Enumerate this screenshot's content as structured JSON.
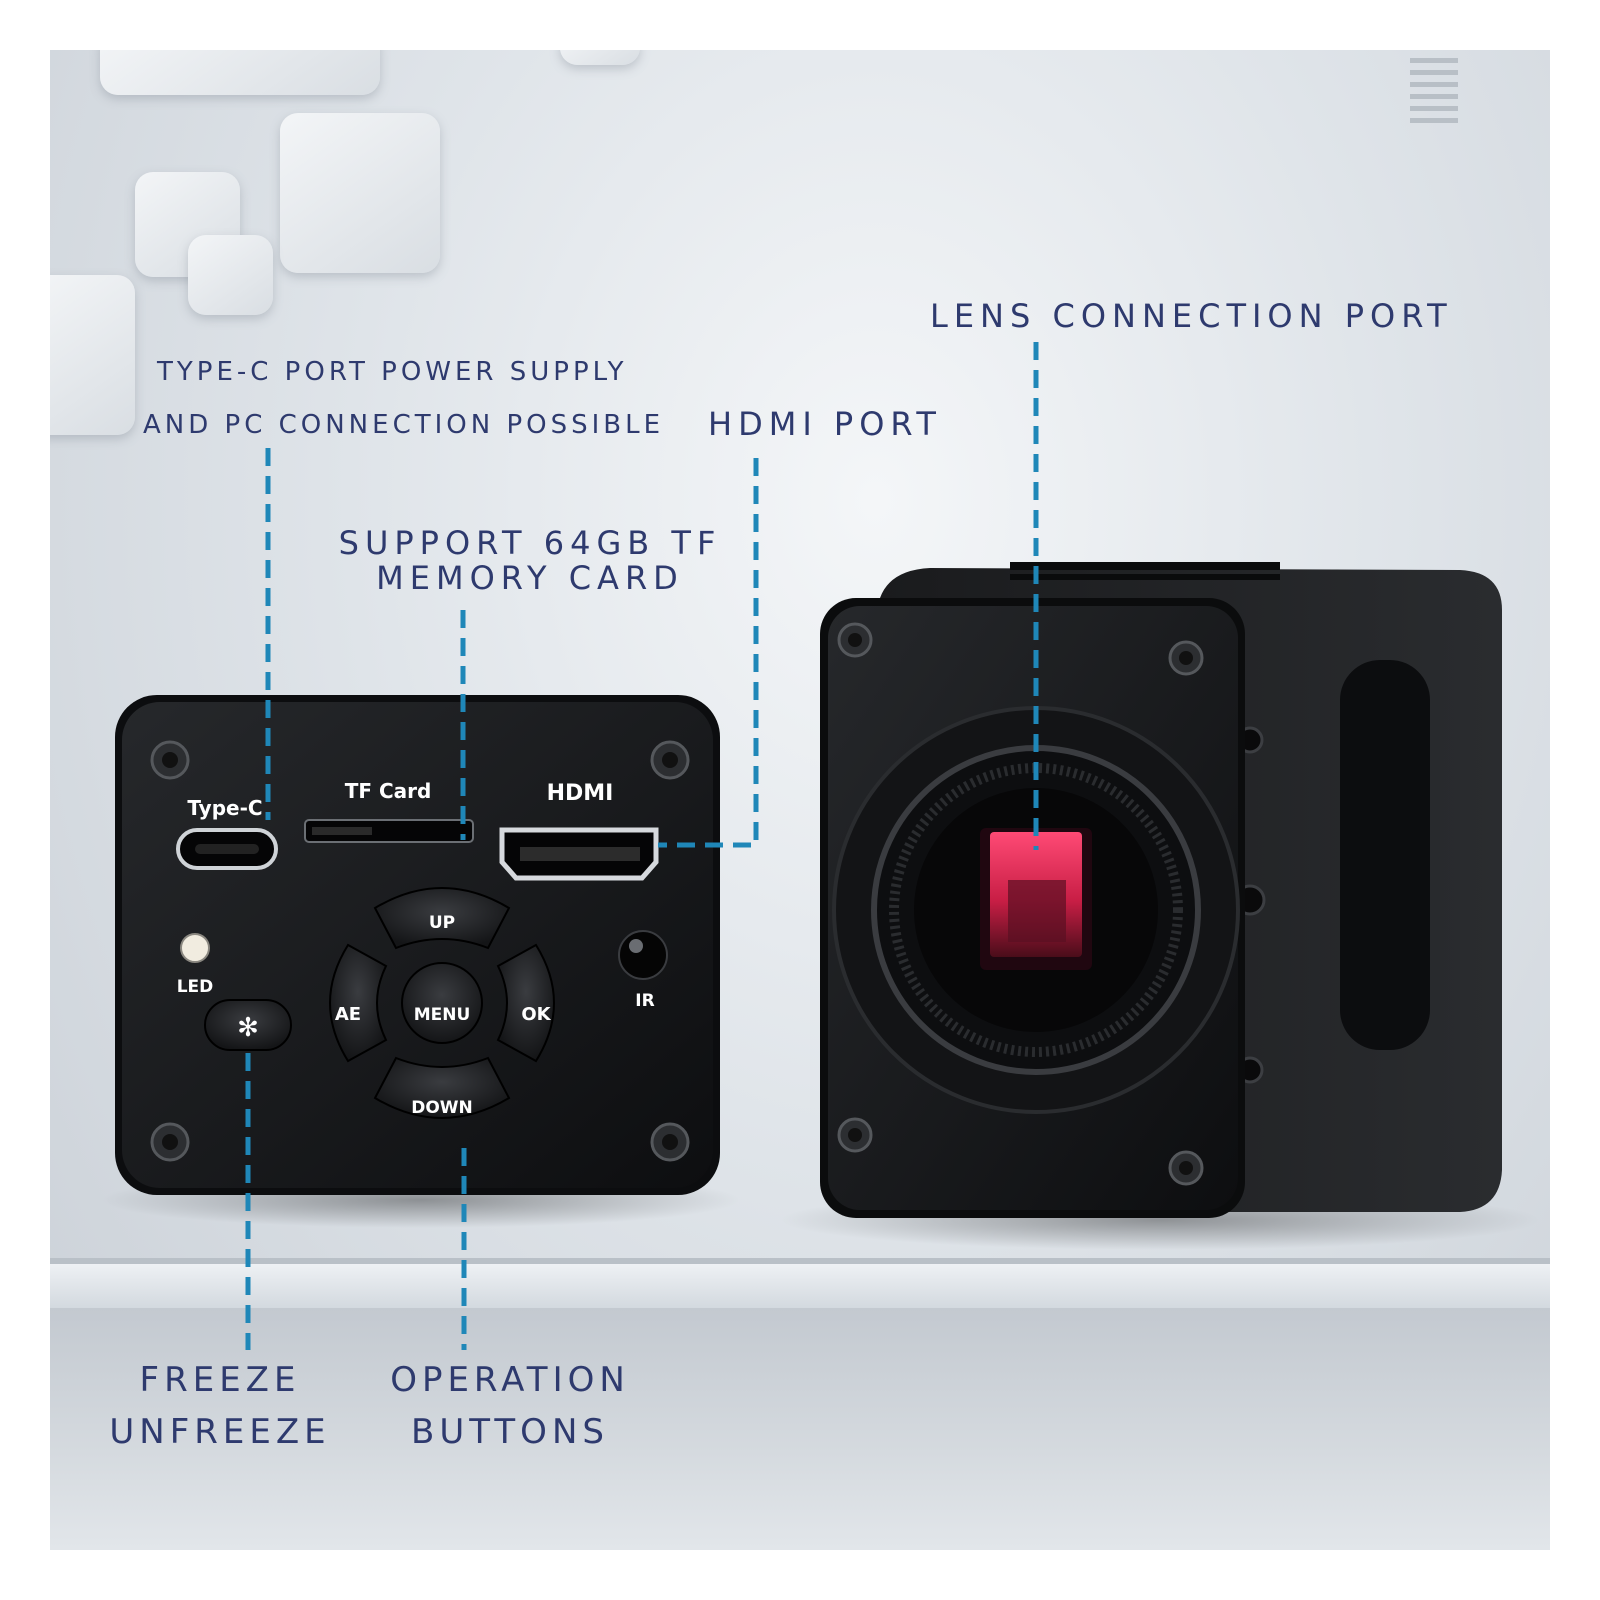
{
  "labels": {
    "typec_line1": "TYPE-C PORT POWER SUPPLY",
    "typec_line2": "AND PC CONNECTION POSSIBLE",
    "hdmi_port": "HDMI PORT",
    "lens_port": "LENS CONNECTION PORT",
    "tf_line1": "SUPPORT 64GB TF",
    "tf_line2": "MEMORY CARD",
    "freeze_line1": "FREEZE",
    "freeze_line2": "UNFREEZE",
    "operation_line1": "OPERATION",
    "operation_line2": "BUTTONS"
  },
  "camera_panel": {
    "typec": "Type-C",
    "tf_card": "TF Card",
    "hdmi": "HDMI",
    "up": "UP",
    "down": "DOWN",
    "ae": "AE",
    "ok": "OK",
    "menu": "MENU",
    "led": "LED",
    "ir": "IR",
    "freeze_symbol": "✻"
  },
  "colors": {
    "label_text": "#2e3a6e",
    "callout_line": "#1f87b8",
    "camera_body": "#141517",
    "sensor": "#d8264f"
  }
}
